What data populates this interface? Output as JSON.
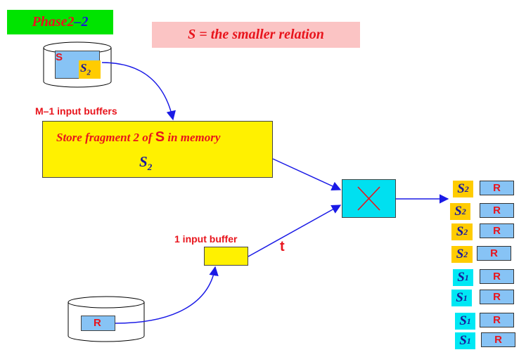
{
  "title": {
    "prefix": "Phase ",
    "num1": "2",
    "dash": "–",
    "num2": "2"
  },
  "note": "S = the smaller relation",
  "labels": {
    "memory_buffers": "M–1 input buffers",
    "input_buffer": "1 input buffer",
    "tuple": "t"
  },
  "memory": {
    "text_before": "Store fragment 2 of ",
    "text_s": "S",
    "text_after": " in memory",
    "fragment_base": "S",
    "fragment_sub": "2"
  },
  "disk_s": {
    "relation": "S",
    "fragment_base": "S",
    "fragment_sub": "2"
  },
  "disk_r": {
    "relation": "R"
  },
  "join_icon": "cross-product-icon",
  "output": [
    {
      "s_base": "S",
      "s_sub": "2",
      "r": "R"
    },
    {
      "s_base": "S",
      "s_sub": "2",
      "r": "R"
    },
    {
      "s_base": "S",
      "s_sub": "2",
      "r": "R"
    },
    {
      "s_base": "S",
      "s_sub": "2",
      "r": "R"
    },
    {
      "s_base": "S",
      "s_sub": "1",
      "r": "R"
    },
    {
      "s_base": "S",
      "s_sub": "1",
      "r": "R"
    },
    {
      "s_base": "S",
      "s_sub": "1",
      "r": "R"
    },
    {
      "s_base": "S",
      "s_sub": "1",
      "r": "R"
    }
  ],
  "colors": {
    "title_bg": "#00e400",
    "note_bg": "#fbc4c4",
    "buffer_yellow": "#fff100",
    "fragment_s2": "#ffcc00",
    "fragment_s1": "#00e8f4",
    "relation_blue": "#87c3f5",
    "join_cyan": "#00e0f0",
    "arrow_blue": "#1a1ae6",
    "text_red": "#e8141c"
  }
}
